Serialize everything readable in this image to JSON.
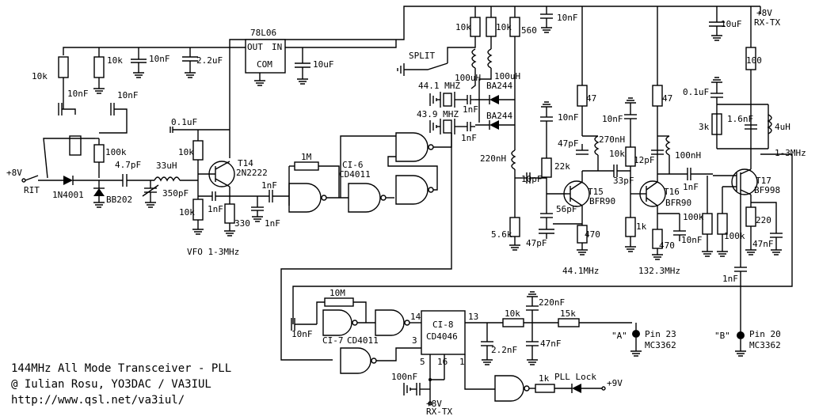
{
  "title_block": {
    "line1": "144MHz All Mode Transceiver - PLL",
    "line2": "@ Iulian Rosu, YO3DAC / VA3IUL",
    "line3": "http://www.qsl.net/va3iul/"
  },
  "power": {
    "plus8_left": "+8V",
    "rit": "RIT",
    "plus8_rxtx_top": "+8V",
    "rxtx_top": "RX-TX",
    "plus8_bottom": "+8V",
    "rxtx_bottom": "RX-TX",
    "plus9": "+9V",
    "split": "SPLIT"
  },
  "ics": {
    "reg_name": "78L06",
    "reg_out": "OUT",
    "reg_in": "IN",
    "reg_com": "COM",
    "ci6": "CI-6",
    "ci6_part": "CD4011",
    "ci7": "CI-7",
    "ci7_part": "CD4011",
    "ci8": "CI-8",
    "ci8_part": "CD4046",
    "pin14": "14",
    "pin13": "13",
    "pin3": "3",
    "pin5": "5",
    "pin16": "16",
    "pin1": "1"
  },
  "transistors": {
    "t14": "T14",
    "t14_part": "2N2222",
    "t15": "T15",
    "t15_part": "BFR90",
    "t16": "T16",
    "t16_part": "BFR90",
    "t17": "T17",
    "t17_part": "BF998"
  },
  "diodes": {
    "d_1n4001": "1N4001",
    "d_bb202": "BB202",
    "d_ba244_a": "BA244",
    "d_ba244_b": "BA244"
  },
  "crystals": {
    "x441": "44.1 MHZ",
    "x439": "43.9 MHZ"
  },
  "components": {
    "r10k_pot1": "10k",
    "r10k_pot2": "10k",
    "c10nf_a": "10nF",
    "c10nf_b": "10nF",
    "c10nf_c": "10nF",
    "c22uf": "2.2uF",
    "c10uf_reg": "10uF",
    "c01uf_vfo": "0.1uF",
    "r10k_vfo": "10k",
    "r100k_vfo": "100k",
    "c47pf": "4.7pF",
    "l33uh": "33uH",
    "c350pf": "350pF",
    "r10k_vfo2": "10k",
    "c1nf_vfo": "1nF",
    "r330": "330",
    "c1nf_vfo2": "1nF",
    "c1nf_vfo3": "1nF",
    "r1m": "1M",
    "r10k_split1": "10k",
    "r10k_split2": "10k",
    "r560": "560",
    "l100uh_a": "100uH",
    "l100uh_b": "100uH",
    "c10nf_top": "10nF",
    "c1nf_x1": "1nF",
    "c1nf_x2": "1nF",
    "l220nh": "220nH",
    "c10pf": "10pF",
    "r22k": "22k",
    "r5k6": "5.6k",
    "c56pf": "56pF",
    "c47pf_b": "47pF",
    "r470_a": "470",
    "c47pf_t15": "47pF",
    "c10nf_t15": "10nF",
    "r47_a": "47",
    "l270nh": "270nH",
    "c33pf": "33pF",
    "r10k_t16": "10k",
    "c12pf": "12pF",
    "c10nf_t16": "10nF",
    "r47_b": "47",
    "r1k_t16": "1k",
    "r470_b": "470",
    "c10nf_t16b": "10nF",
    "r100k_t16": "100k",
    "l100nh": "100nH",
    "c1nf_t17": "1nF",
    "r100k_t17": "100k",
    "r220": "220",
    "c47nf_t17": "47nF",
    "c01uf_t17": "0.1uF",
    "r3k": "3k",
    "c16nf": "1.6nF",
    "l4uh": "4uH",
    "r100_top": "100",
    "c10uf_top": "10uF",
    "c1nf_bottom": "1nF",
    "r10m": "10M",
    "c10nf_ci7": "10nF",
    "r10k_lf": "10k",
    "r15k_lf": "15k",
    "c220nf": "220nF",
    "c22nf": "2.2nF",
    "c47nf_lf": "47nF",
    "c100nf_ci8": "100nF",
    "r1k_led": "1k",
    "pll_lock": "PLL Lock"
  },
  "notes": {
    "vfo": "VFO 1-3MHz",
    "f441": "44.1MHz",
    "f1323": "132.3MHz",
    "f13": "1-3MHz",
    "pin23": "Pin 23",
    "mc_a": "MC3362",
    "pin20": "Pin 20",
    "mc_b": "MC3362",
    "tap_a": "\"A\"",
    "tap_b": "\"B\""
  }
}
